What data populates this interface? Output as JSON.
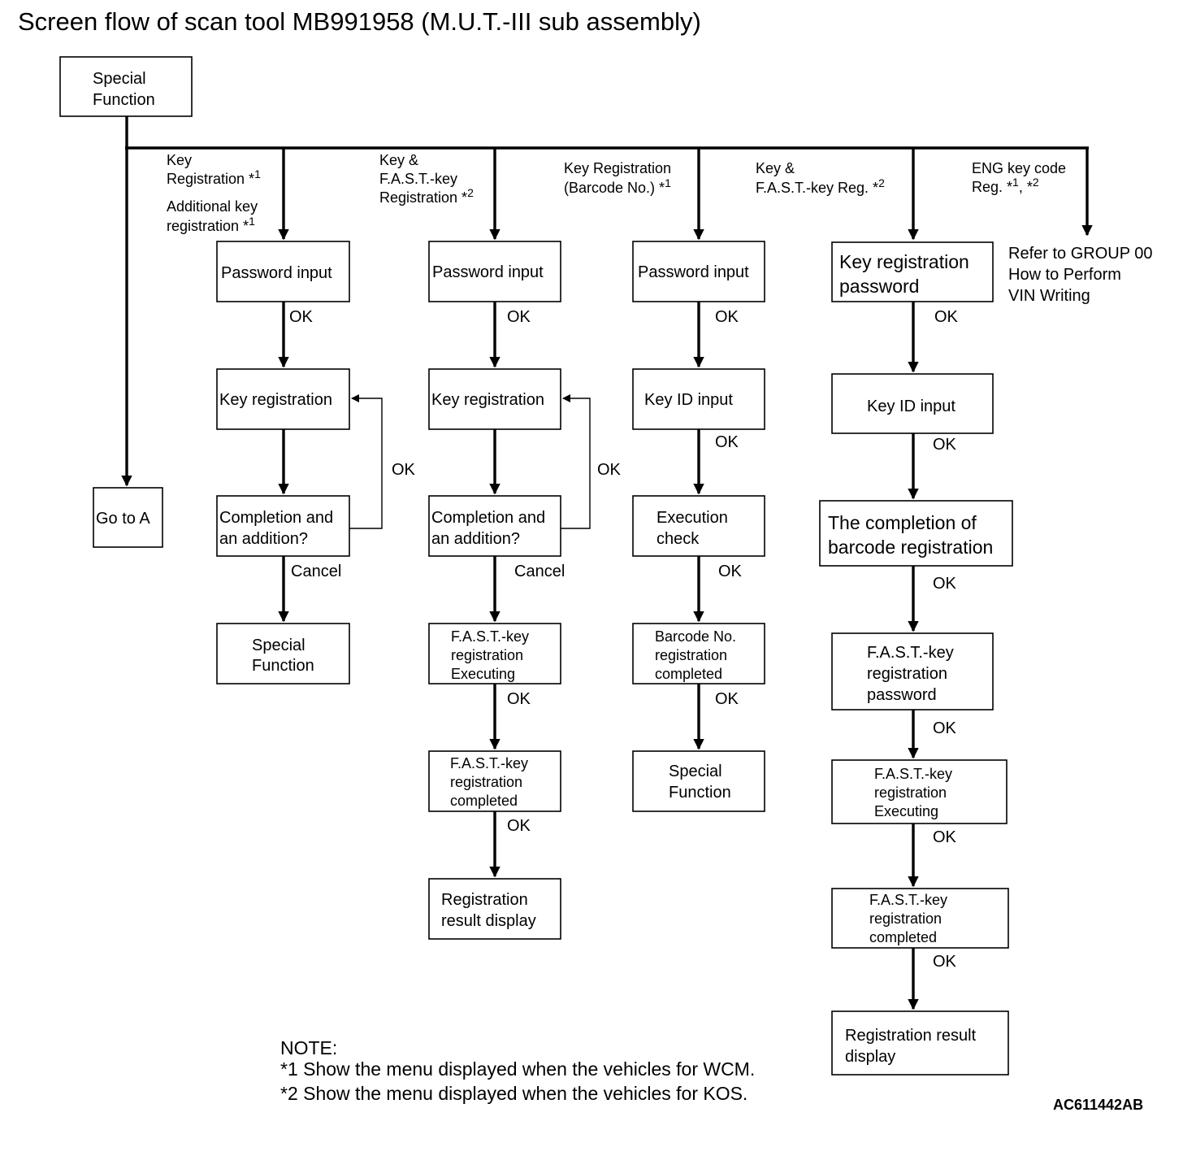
{
  "title": "Screen flow of scan tool MB991958 (M.U.T.-III sub assembly)",
  "root": {
    "line1": "Special",
    "line2": "Function"
  },
  "go_to_a": "Go to A",
  "ok": "OK",
  "cancel": "Cancel",
  "branch1": {
    "label_a1": "Key",
    "label_a2": "Registration *",
    "label_a_sup": "1",
    "label_b1": "Additional key",
    "label_b2": "registration *",
    "label_b_sup": "1",
    "password": "Password input",
    "key_reg": "Key registration",
    "completion1": "Completion and",
    "completion2": "an addition?",
    "special1": "Special",
    "special2": "Function"
  },
  "branch2": {
    "label1": "Key &",
    "label2": "F.A.S.T.-key",
    "label3": "Registration *",
    "label_sup": "2",
    "password": "Password input",
    "key_reg": "Key registration",
    "completion1": "Completion and",
    "completion2": "an addition?",
    "exec1": "F.A.S.T.-key",
    "exec2": "registration",
    "exec3": "Executing",
    "done1": "F.A.S.T.-key",
    "done2": "registration",
    "done3": "completed",
    "result1": "Registration",
    "result2": "result display"
  },
  "branch3": {
    "label1": "Key Registration",
    "label2": "(Barcode No.) *",
    "label_sup": "1",
    "password": "Password input",
    "key_id": "Key ID input",
    "check1": "Execution",
    "check2": "check",
    "barcode1": "Barcode No.",
    "barcode2": "registration",
    "barcode3": "completed",
    "special1": "Special",
    "special2": "Function"
  },
  "branch4": {
    "label1": "Key &",
    "label2": "F.A.S.T.-key Reg. *",
    "label_sup": "2",
    "password1": "Key registration",
    "password2": "password",
    "key_id": "Key ID input",
    "barcode1": "The completion of",
    "barcode2": "barcode registration",
    "fpass1": "F.A.S.T.-key",
    "fpass2": "registration",
    "fpass3": "password",
    "exec1": "F.A.S.T.-key",
    "exec2": "registration",
    "exec3": "Executing",
    "done1": "F.A.S.T.-key",
    "done2": "registration",
    "done3": "completed",
    "result1": "Registration result",
    "result2": "display"
  },
  "branch5": {
    "label1": "ENG key code",
    "label2": "Reg. *",
    "label_sup1": "1",
    "label_mid": ", *",
    "label_sup2": "2",
    "ref1": "Refer to GROUP 00",
    "ref2": "How to Perform",
    "ref3": "VIN Writing"
  },
  "note": {
    "heading": "NOTE:",
    "line1": "*1 Show the menu displayed when the vehicles for WCM.",
    "line2": "*2 Show the menu displayed when the vehicles for KOS."
  },
  "code": "AC611442AB"
}
